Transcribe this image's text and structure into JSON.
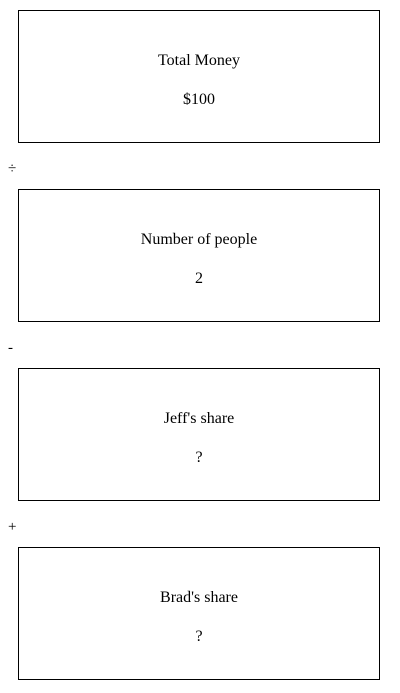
{
  "boxes": [
    {
      "label": "Total Money",
      "value": "$100"
    },
    {
      "label": "Number of people",
      "value": "2"
    },
    {
      "label": "Jeff's share",
      "value": "?"
    },
    {
      "label": "Brad's share",
      "value": "?"
    }
  ],
  "operators": [
    "÷",
    "-",
    "+"
  ]
}
